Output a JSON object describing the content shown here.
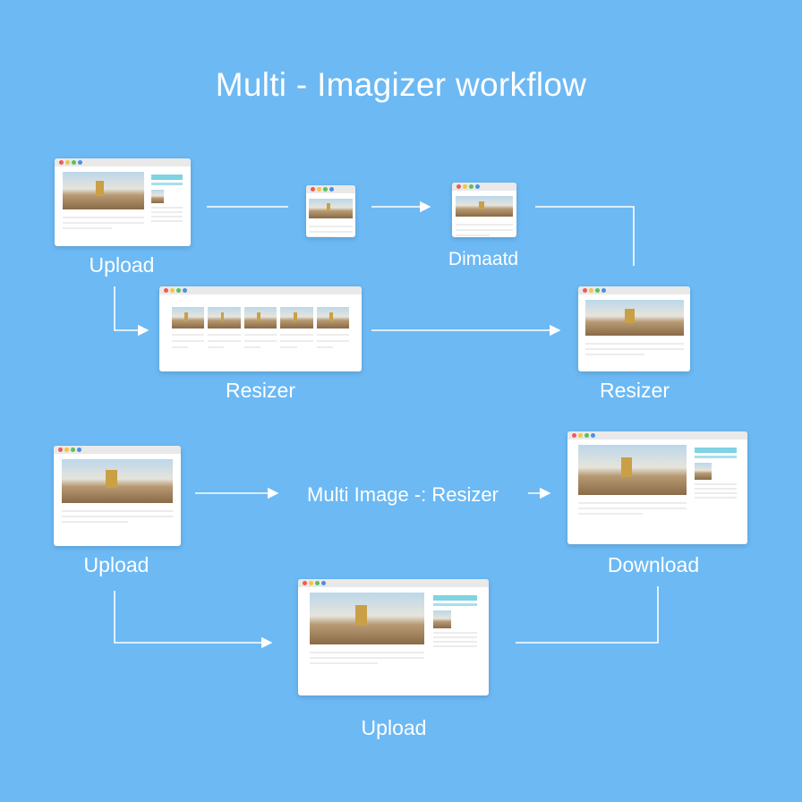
{
  "title": "Multi - Imagizer workflow",
  "labels": {
    "upload_1": "Upload",
    "dimaatd": "Dimaatd",
    "resizer_1": "Resizer",
    "resizer_2": "Resizer",
    "upload_2": "Upload",
    "multi_image_resizer": "Multi Image -: Resizer",
    "download": "Download",
    "upload_3": "Upload"
  },
  "colors": {
    "background": "#6cb9f4",
    "arrow": "#ffffff",
    "accent": "#7fd3e3"
  }
}
